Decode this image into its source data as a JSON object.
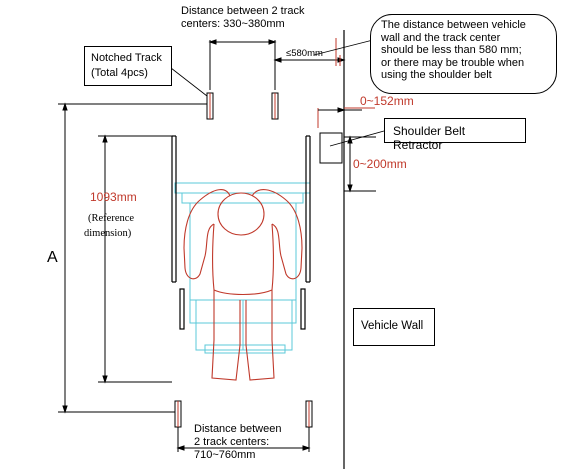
{
  "labels": {
    "top_spacing_line1": "Distance  between  2  track",
    "top_spacing_line2": "centers: 330~380mm",
    "notched_track_line1": "Notched Track",
    "notched_track_line2": "(Total 4pcs)",
    "wall_distance": "≤580mm",
    "bubble_line1": "The distance between vehicle",
    "bubble_line2": "wall  and  the  track  center",
    "bubble_line3": "should be less than 580 mm;",
    "bubble_line4": "or there may be trouble when",
    "bubble_line5": "using the shoulder belt",
    "retractor_offset_h": "0~152mm",
    "shoulder_belt_retractor": "Shoulder Belt Retractor",
    "retractor_offset_v": "0~200mm",
    "ref_length": "1093mm",
    "ref_note_line1": "(Reference",
    "ref_note_line2": "dimension)",
    "dimension_a": "A",
    "vehicle_wall": "Vehicle Wall",
    "bottom_spacing_line1": "Distance  between",
    "bottom_spacing_line2": "2  track  centers:",
    "bottom_spacing_line3": "710~760mm"
  },
  "colors": {
    "track_red": "#c0392b",
    "seat_cyan": "#5bc8d8",
    "line_black": "#000000"
  }
}
